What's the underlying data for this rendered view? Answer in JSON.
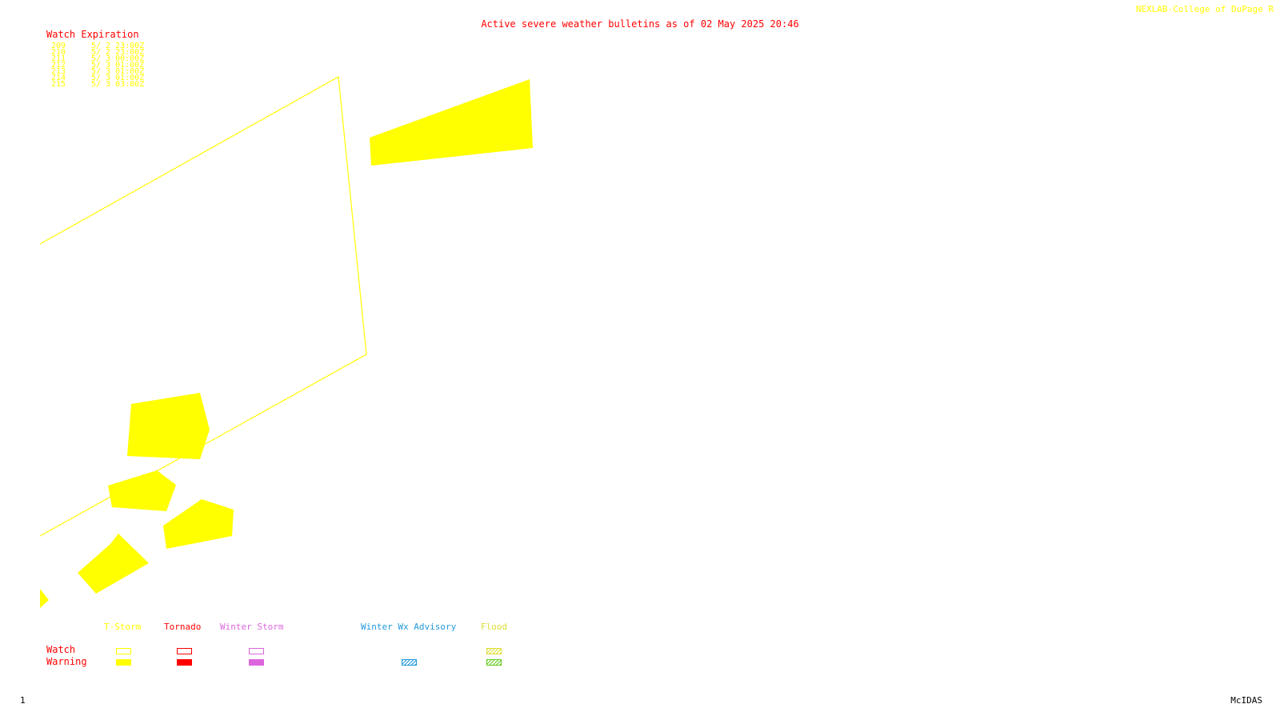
{
  "header": {
    "credit": "NEXLAB-College of DuPage R",
    "title": "Active severe weather bulletins as of 02 May 2025 20:46"
  },
  "expiration": {
    "title": "Watch Expiration",
    "watches": [
      {
        "number": "209",
        "expires": "5/ 2 23:00Z"
      },
      {
        "number": "210",
        "expires": "5/ 2 23:00Z"
      },
      {
        "number": "211",
        "expires": "5/ 3 00:00Z"
      },
      {
        "number": "212",
        "expires": "5/ 3 01:00Z"
      },
      {
        "number": "213",
        "expires": "5/ 3 01:00Z"
      },
      {
        "number": "214",
        "expires": "5/ 3 01:00Z"
      },
      {
        "number": "215",
        "expires": "5/ 3 03:00Z"
      }
    ]
  },
  "legend": {
    "row_watch": "Watch",
    "row_warning": "Warning",
    "categories": {
      "tstorm": "T-Storm",
      "tornado": "Tornado",
      "winter_storm": "Winter Storm",
      "winter_wx_advisory": "Winter Wx Advisory",
      "flood": "Flood"
    }
  },
  "colors": {
    "tstorm": "#ffff00",
    "tornado": "#ff0000",
    "winter_storm": "#dd66dd",
    "winter_advisory": "#2299dd",
    "flood_watch": "#dddd33",
    "flood_warning": "#66cc22",
    "title_text": "#ff0000",
    "credit_text": "#ffff00"
  },
  "footer": {
    "frame_number": "1",
    "software": "McIDAS"
  }
}
